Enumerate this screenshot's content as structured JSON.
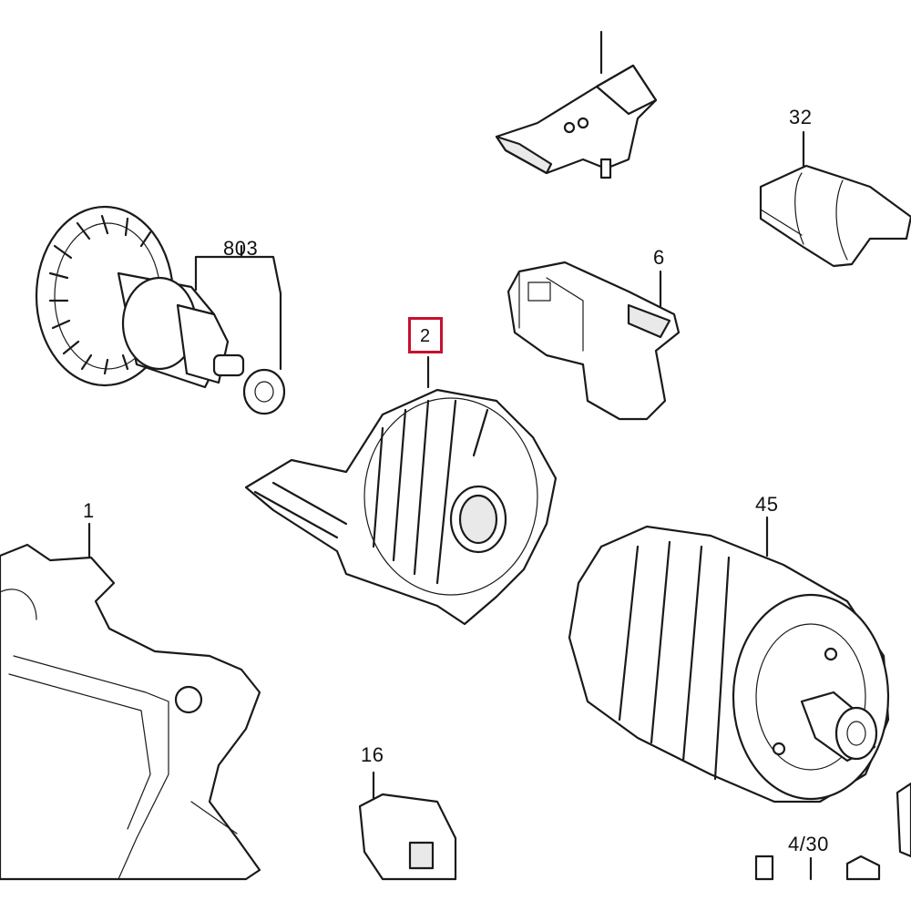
{
  "diagram": {
    "callouts": [
      {
        "id": "32",
        "text": "32"
      },
      {
        "id": "803",
        "text": "803"
      },
      {
        "id": "6",
        "text": "6"
      },
      {
        "id": "2",
        "text": "2",
        "highlighted": true
      },
      {
        "id": "1",
        "text": "1"
      },
      {
        "id": "45",
        "text": "45"
      },
      {
        "id": "16",
        "text": "16"
      },
      {
        "id": "4-30",
        "text": "4/30"
      }
    ],
    "highlight_color": "#c8102e",
    "line_color": "#1a1a1a"
  }
}
